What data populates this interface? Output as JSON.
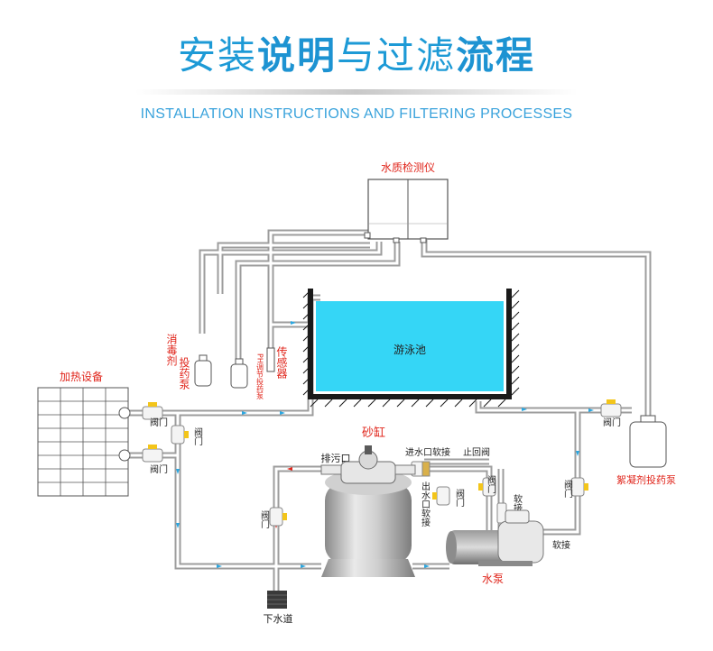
{
  "header": {
    "title_light_1": "安装",
    "title_bold_1": "说明",
    "title_light_2": "与过滤",
    "title_bold_2": "流程",
    "subtitle": "INSTALLATION INSTRUCTIONS AND FILTERING PROCESSES"
  },
  "labels": {
    "water_quality_monitor": "水质检测仪",
    "swimming_pool": "游泳池",
    "heater": "加热设备",
    "disinfectant_pump_line1": "消毒剂",
    "disinfectant_pump_line2": "投药泵",
    "ph_pump": "PH调节投药泵",
    "sensor": "传感器",
    "sand_tank": "砂缸",
    "drain_port": "排污口",
    "inlet_hose": "进水口软接",
    "check_valve": "止回阀",
    "outlet_hose": "出水口软接",
    "valve": "阀门",
    "hose": "软接",
    "pump": "水泵",
    "flocculant_pump": "絮凝剂投药泵",
    "sewer": "下水道"
  },
  "colors": {
    "accent_blue": "#1d9ad6",
    "pool_water": "#35d6f6",
    "label_red": "#e0251b",
    "pipe": "#b8b8b8"
  }
}
